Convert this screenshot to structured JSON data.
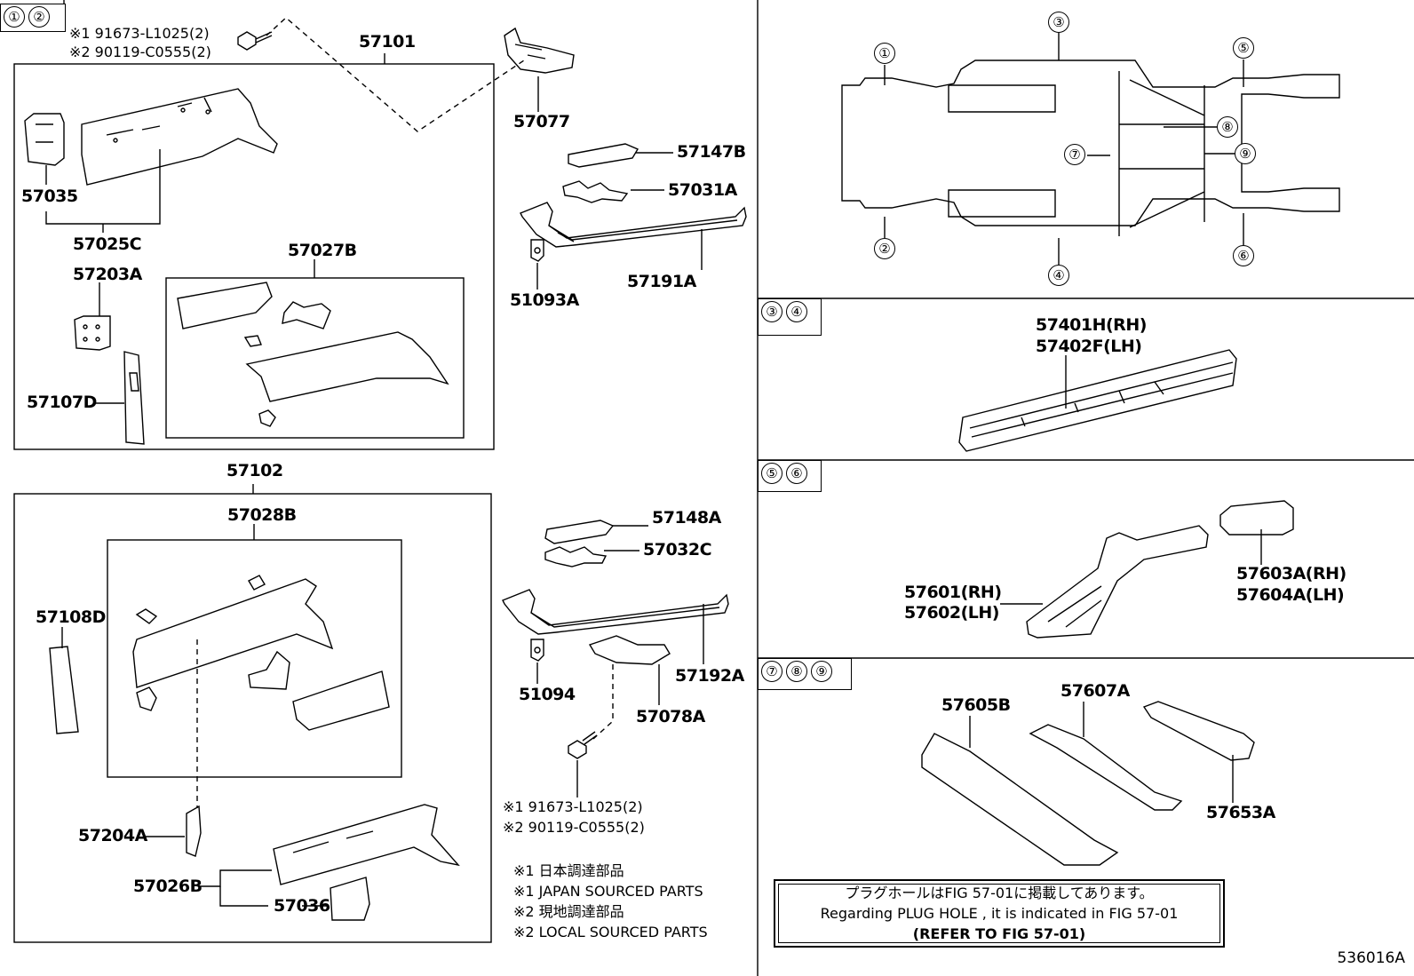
{
  "tags": {
    "t12": [
      "①",
      "②"
    ],
    "t34": [
      "③",
      "④"
    ],
    "t56": [
      "⑤",
      "⑥"
    ],
    "t789": [
      "⑦",
      "⑧",
      "⑨"
    ]
  },
  "overview_markers": [
    "①",
    "②",
    "③",
    "④",
    "⑤",
    "⑥",
    "⑦",
    "⑧",
    "⑨"
  ],
  "labels": {
    "p57101": "57101",
    "p57077": "57077",
    "p57147B": "57147B",
    "p57031A": "57031A",
    "p57191A": "57191A",
    "p51093A": "51093A",
    "p57035": "57035",
    "p57025C": "57025C",
    "p57203A": "57203A",
    "p57027B": "57027B",
    "p57107D": "57107D",
    "p57102": "57102",
    "p57028B": "57028B",
    "p57108D": "57108D",
    "p57148A": "57148A",
    "p57032C": "57032C",
    "p57192A": "57192A",
    "p51094": "51094",
    "p57078A": "57078A",
    "p57204A": "57204A",
    "p57026B": "57026B",
    "p57036": "57036",
    "p57401H": "57401H(RH)",
    "p57402F": "57402F(LH)",
    "p57601": "57601(RH)",
    "p57602": "57602(LH)",
    "p57603A": "57603A(RH)",
    "p57604A": "57604A(LH)",
    "p57605B": "57605B",
    "p57607A": "57607A",
    "p57653A": "57653A"
  },
  "bolt_top": {
    "line1": "※1 91673-L1025(2)",
    "line2": "※2 90119-C0555(2)"
  },
  "bolt_bottom": {
    "line1": "※1 91673-L1025(2)",
    "line2": "※2 90119-C0555(2)"
  },
  "sourcing": {
    "line1": "※1 日本調達部品",
    "line2": "※1 JAPAN SOURCED PARTS",
    "line3": "※2 現地調達部品",
    "line4": "※2 LOCAL SOURCED PARTS"
  },
  "plug_note": {
    "line1": "プラグホールはFIG 57-01に掲載してあります。",
    "line2": "Regarding  PLUG  HOLE , it is indicated in  FIG  57-01",
    "line3": "(REFER TO FIG 57-01)"
  },
  "figure_number": "536016A"
}
